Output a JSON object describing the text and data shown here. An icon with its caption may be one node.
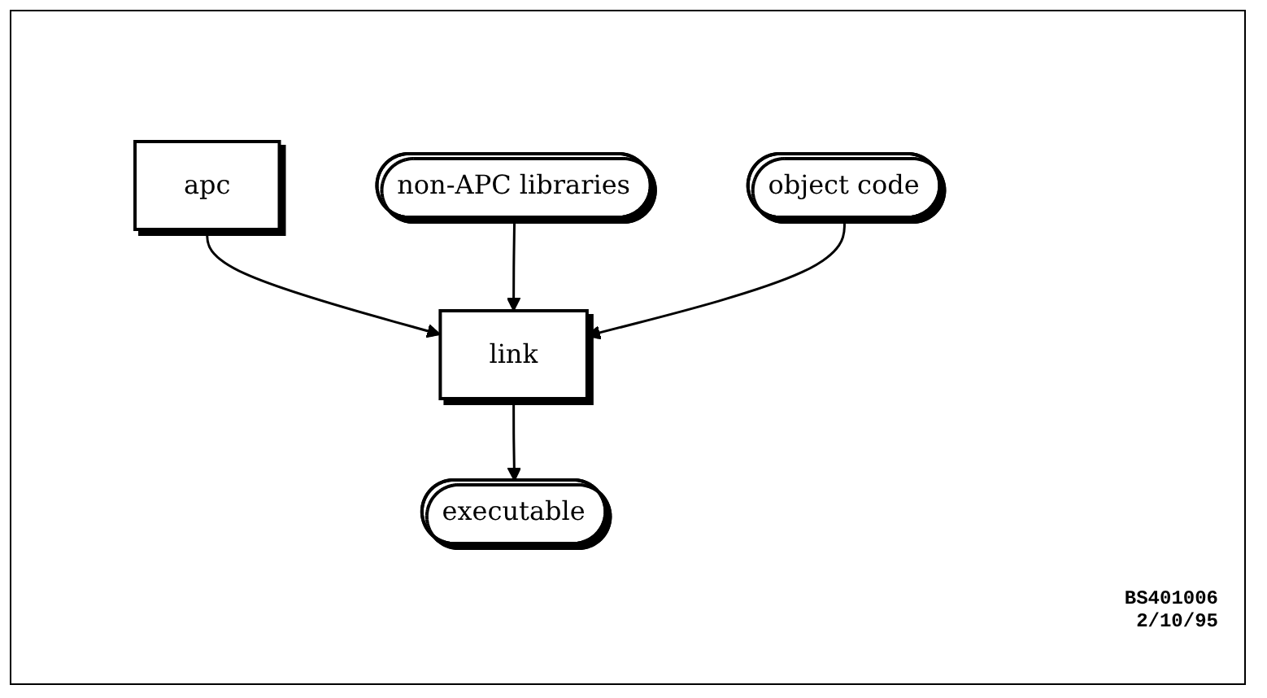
{
  "diagram": {
    "nodes": [
      {
        "text": [
          "apc"
        ]
      },
      {
        "text": [
          "link"
        ]
      },
      {
        "text": [
          "non-APC libraries"
        ]
      },
      {
        "text": [
          "object code"
        ]
      },
      {
        "text": [
          "executable"
        ]
      }
    ],
    "edges": [
      {
        "from": 0,
        "to": 1,
        "arrow": "to"
      },
      {
        "from": 2,
        "to": 1,
        "arrow": "to"
      },
      {
        "from": 3,
        "to": 1,
        "arrow": "to"
      },
      {
        "from": 1,
        "to": 4,
        "arrow": "to"
      }
    ],
    "labels": [
      "BS401006",
      "2/10/95"
    ]
  }
}
